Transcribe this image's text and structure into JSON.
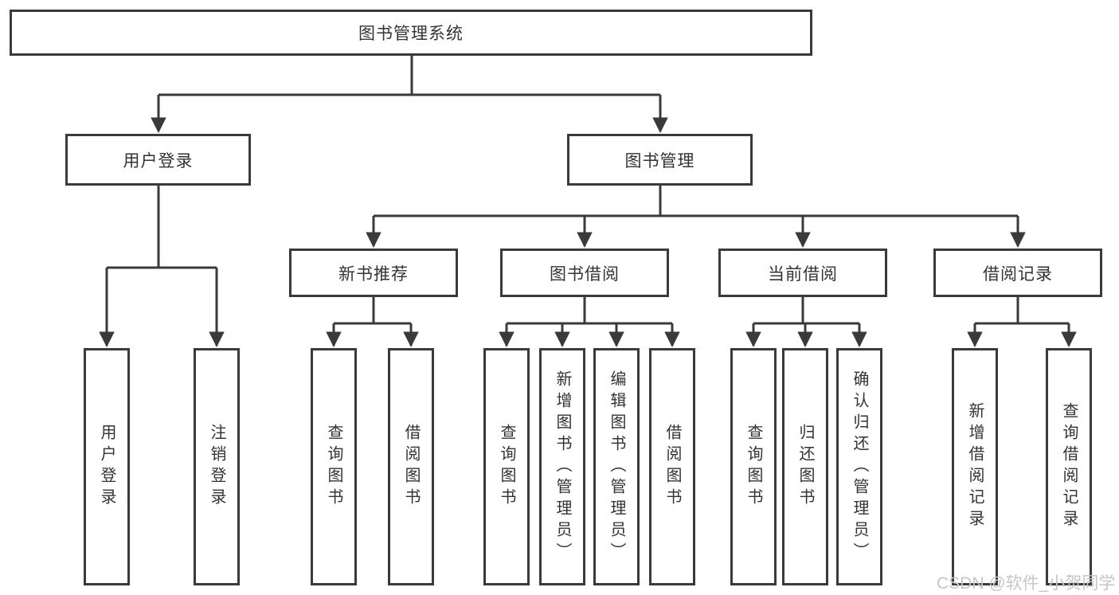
{
  "tree": {
    "root_label": "图书管理系统",
    "user_branch": {
      "label": "用户登录",
      "leaves": [
        "用户登录",
        "注销登录"
      ]
    },
    "book_branch": {
      "label": "图书管理",
      "groups": [
        {
          "label": "新书推荐",
          "leaves": [
            "查询图书",
            "借阅图书"
          ]
        },
        {
          "label": "图书借阅",
          "leaves": [
            "查询图书",
            "新增图书（管理员）",
            "编辑图书（管理员）",
            "借阅图书"
          ]
        },
        {
          "label": "当前借阅",
          "leaves": [
            "查询图书",
            "归还图书",
            "确认归还（管理员）"
          ]
        },
        {
          "label": "借阅记录",
          "leaves": [
            "新增借阅记录",
            "查询借阅记录"
          ]
        }
      ]
    }
  },
  "watermark": {
    "text": "CSDN @软件_小贺同学"
  },
  "colors": {
    "line": "#3a3a3a",
    "box_border": "#3a3a3a",
    "text": "#333333",
    "watermark": "#c6c6c6",
    "background": "#ffffff"
  }
}
